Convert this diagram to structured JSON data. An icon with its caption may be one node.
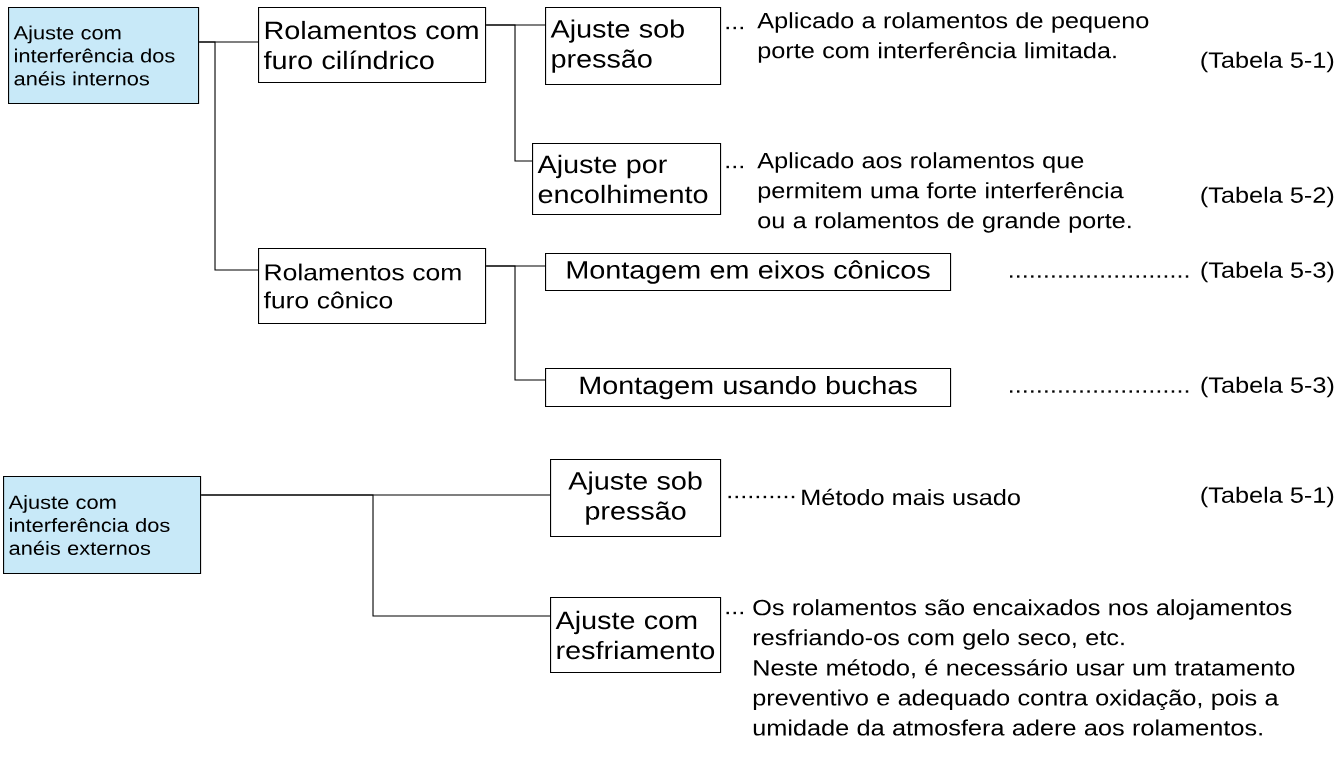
{
  "diagram": {
    "nodes": [
      {
        "text": [
          "Ajuste com interferência dos anéis internos"
        ]
      },
      {
        "text": [
          "Rolamentos com furo cilíndrico"
        ]
      },
      {
        "text": [
          "Ajuste sob pressão"
        ],
        "beside": [
          "...",
          "Aplicado a rolamentos de pequeno porte com interferência limitada.",
          "(Tabela  5-1)"
        ]
      },
      {
        "text": [
          "Ajuste por encolhimento"
        ],
        "beside": [
          "...",
          "Aplicado aos rolamentos que permitem uma forte  interferência ou a rolamentos de grande porte.",
          "(Tabela  5-2)"
        ]
      },
      {
        "text": [
          "Rolamentos com furo cônico"
        ]
      },
      {
        "text": [
          "Montagem em eixos cônicos"
        ],
        "beside": [
          ".......................... (Tabela  5-3)"
        ]
      },
      {
        "text": [
          "Montagem usando buchas"
        ],
        "beside": [
          ".......................... (Tabela  5-3)"
        ]
      },
      {
        "text": [
          "Ajuste com interferência dos anéis externos"
        ]
      },
      {
        "text": [
          "Ajuste sob pressão"
        ],
        "beside": [
          "..........",
          "Método mais usado"
        ]
      },
      {
        "text": [
          "Ajuste com resfriamento"
        ],
        "beside": [
          "...",
          "Os rolamentos são encaixados nos alojamentos resfriando-os com gelo seco, etc.",
          "Neste método, é necessário usar um tratamento preventivo e adequado contra oxidação, pois a umidade da atmosfera adere aos rolamentos."
        ]
      }
    ],
    "edges": [
      {
        "from": 0,
        "to": 1,
        "arrow": "none"
      },
      {
        "from": 0,
        "to": 4,
        "arrow": "none"
      },
      {
        "from": 1,
        "to": 2,
        "arrow": "none"
      },
      {
        "from": 1,
        "to": 3,
        "arrow": "none"
      },
      {
        "from": 4,
        "to": 5,
        "arrow": "none"
      },
      {
        "from": 4,
        "to": 6,
        "arrow": "none"
      },
      {
        "from": 7,
        "to": 8,
        "arrow": "none"
      },
      {
        "from": 7,
        "to": 9,
        "arrow": "none"
      }
    ],
    "labels": [
      "(Tabela  5-1)"
    ]
  }
}
